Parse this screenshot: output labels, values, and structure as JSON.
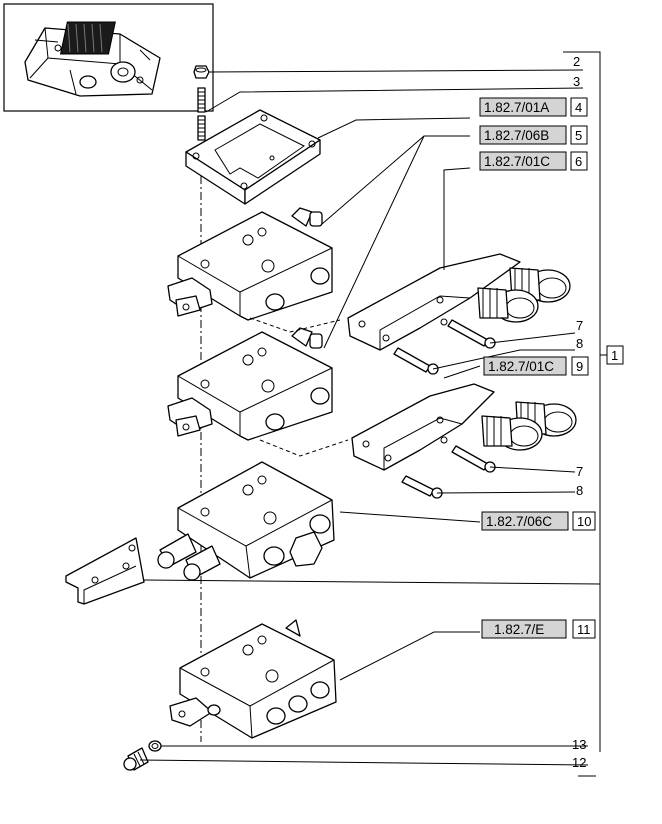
{
  "diagram": {
    "references": [
      {
        "code": "1.82.7/01A",
        "item": "4"
      },
      {
        "code": "1.82.7/06B",
        "item": "5"
      },
      {
        "code": "1.82.7/01C",
        "item": "6"
      },
      {
        "code": "1.82.7/01C",
        "item": "9"
      },
      {
        "code": "1.82.7/06C",
        "item": "10"
      },
      {
        "code": "1.82.7/E",
        "item": "11"
      }
    ],
    "assembly_item": "1",
    "callouts": {
      "c2": "2",
      "c3": "3",
      "c7a": "7",
      "c8a": "8",
      "c7b": "7",
      "c8b": "8",
      "c13": "13",
      "c12": "12"
    }
  }
}
